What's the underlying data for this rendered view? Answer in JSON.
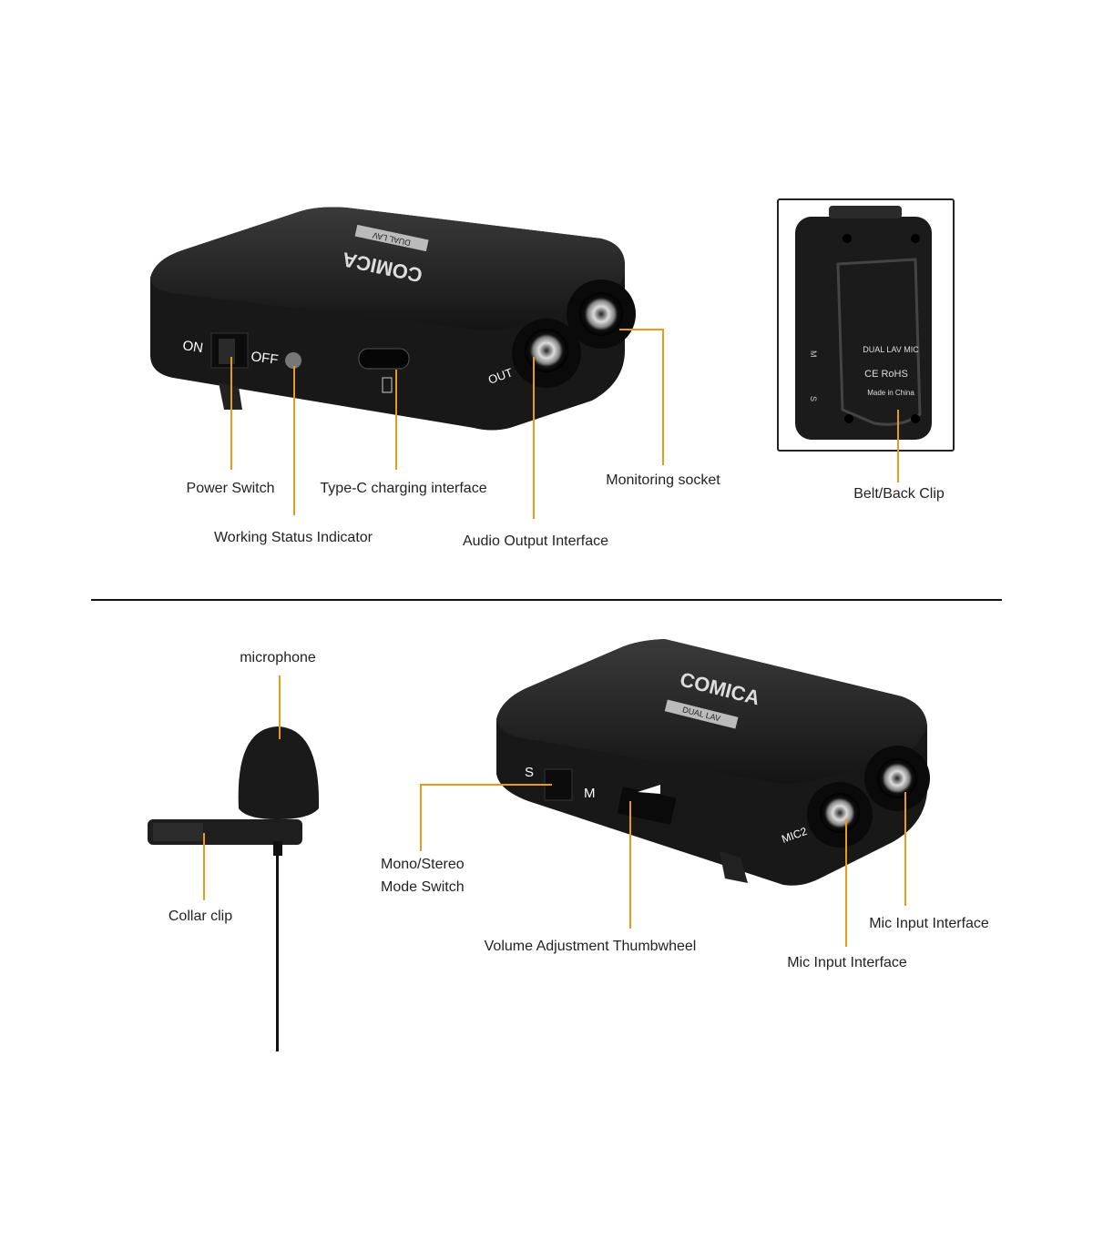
{
  "top_device": {
    "brand": "COMICA",
    "model_badge": "DUAL LAV",
    "switch_on": "ON",
    "switch_off": "OFF",
    "out_label": "OUT"
  },
  "inset_device": {
    "model_text": "DUAL LAV MIC",
    "cert_text": "CE RoHS",
    "origin_text": "Made in China",
    "switch_m": "M",
    "switch_s": "S"
  },
  "bottom_device": {
    "brand": "COMICA",
    "model_badge": "DUAL LAV",
    "switch_s": "S",
    "switch_m": "M",
    "mic2_label": "MIC2"
  },
  "callouts": {
    "power_switch": "Power Switch",
    "working_status_indicator": "Working Status Indicator",
    "type_c": "Type-C charging interface",
    "audio_output": "Audio Output Interface",
    "monitoring_socket": "Monitoring socket",
    "belt_clip": "Belt/Back Clip",
    "microphone": "microphone",
    "collar_clip": "Collar clip",
    "mono_stereo_line1": "Mono/Stereo",
    "mono_stereo_line2": "Mode Switch",
    "volume_wheel": "Volume Adjustment Thumbwheel",
    "mic_input_1": "Mic Input Interface",
    "mic_input_2": "Mic Input Interface"
  },
  "colors": {
    "callout_line": "#e79a1c",
    "device_body": "#1c1c1c"
  }
}
